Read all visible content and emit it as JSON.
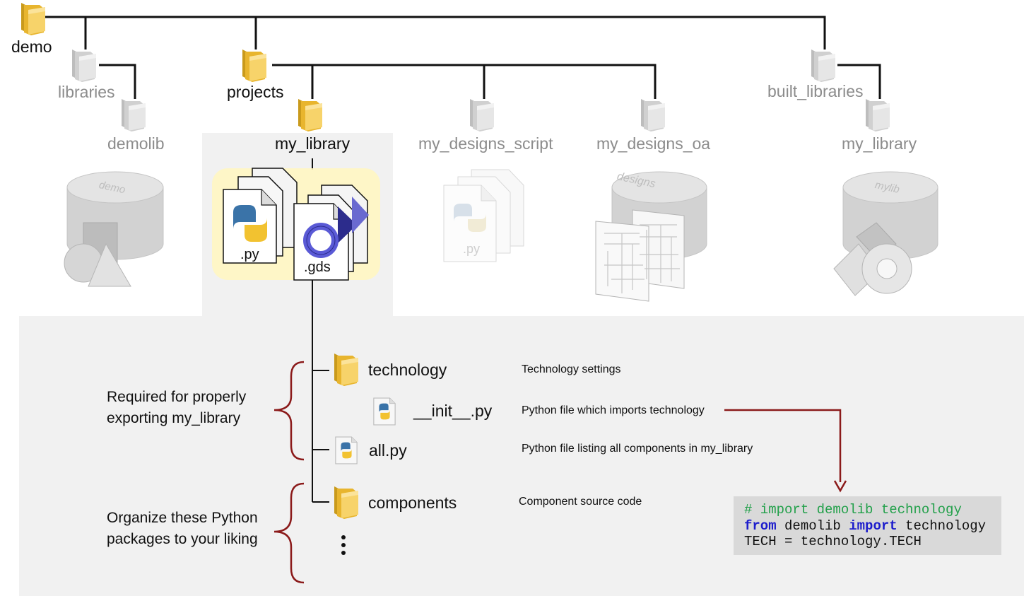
{
  "tree": {
    "root": "demo",
    "libraries": "libraries",
    "demolib": "demolib",
    "projects": "projects",
    "my_library": "my_library",
    "my_designs_script": "my_designs_script",
    "my_designs_oa": "my_designs_oa",
    "built_libraries": "built_libraries",
    "built_my_library": "my_library"
  },
  "graphics": {
    "demo_db_label": "demo",
    "designs_db_label": "designs",
    "mylib_db_label": "mylib",
    "py_ext": ".py",
    "gds_ext": ".gds"
  },
  "contents": [
    {
      "name": "technology",
      "description": "Technology settings",
      "icon": "folder-icon"
    },
    {
      "name": "__init__.py",
      "description": "Python file which imports technology",
      "icon": "python-file-icon"
    },
    {
      "name": "all.py",
      "description": "Python file listing all components in my_library",
      "icon": "python-file-icon"
    },
    {
      "name": "components",
      "description": "Component source code",
      "icon": "folder-icon"
    }
  ],
  "notes": {
    "required_line1": "Required for properly",
    "required_line2": "exporting my_library",
    "organize_line1": "Organize these Python",
    "organize_line2": "packages to your liking"
  },
  "code": {
    "comment": "# import demolib technology",
    "kw_from": "from",
    "mod": " demolib ",
    "kw_import": "import",
    "target": " technology",
    "line3": "TECH = technology.TECH"
  },
  "colors": {
    "folder": "#f3c845",
    "folder_faded": "#d8d8d8",
    "bracket": "#8b1a1a",
    "panel": "#f1f1f1",
    "code_bg": "#d9d9d9"
  }
}
